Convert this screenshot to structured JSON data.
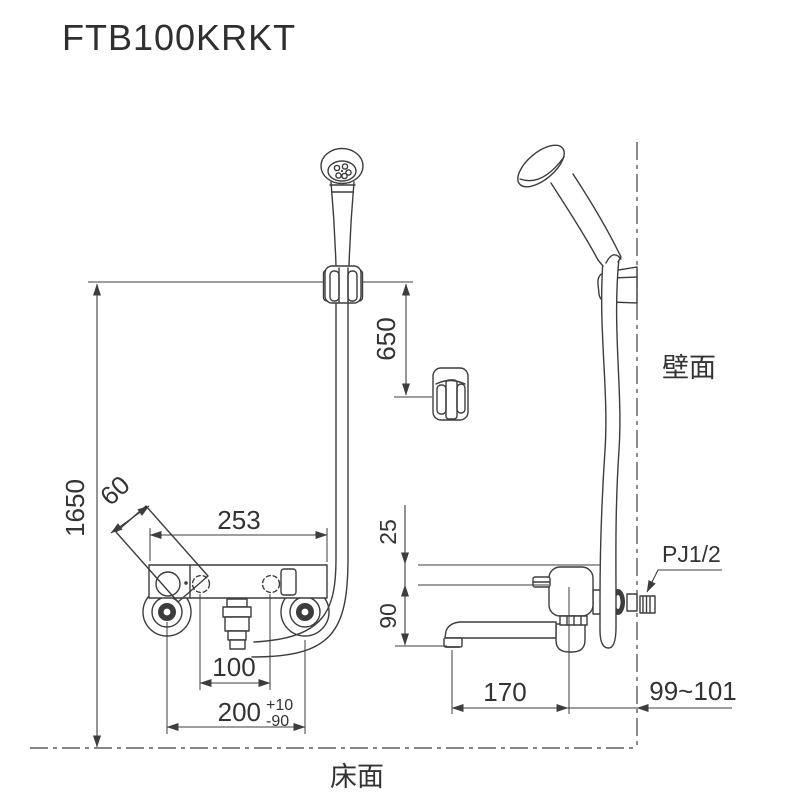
{
  "title": "FTB100KRKT",
  "labels": {
    "wall_surface": "壁面",
    "floor_surface": "床面",
    "pipe_thread": "PJ1/2"
  },
  "dimensions": {
    "mount_height": "1650",
    "hanger_offset": "650",
    "handle_length": "60",
    "body_width": "253",
    "outlet_pitch": "100",
    "pipe_pitch": "200",
    "pipe_pitch_tol_upper": "+10",
    "pipe_pitch_tol_lower": "-90",
    "center_to_top": "25",
    "center_to_spout": "90",
    "spout_reach": "170",
    "wall_clearance": "99~101"
  },
  "colors": {
    "line": "#3d3d3d",
    "text": "#333333",
    "background": "#ffffff"
  }
}
